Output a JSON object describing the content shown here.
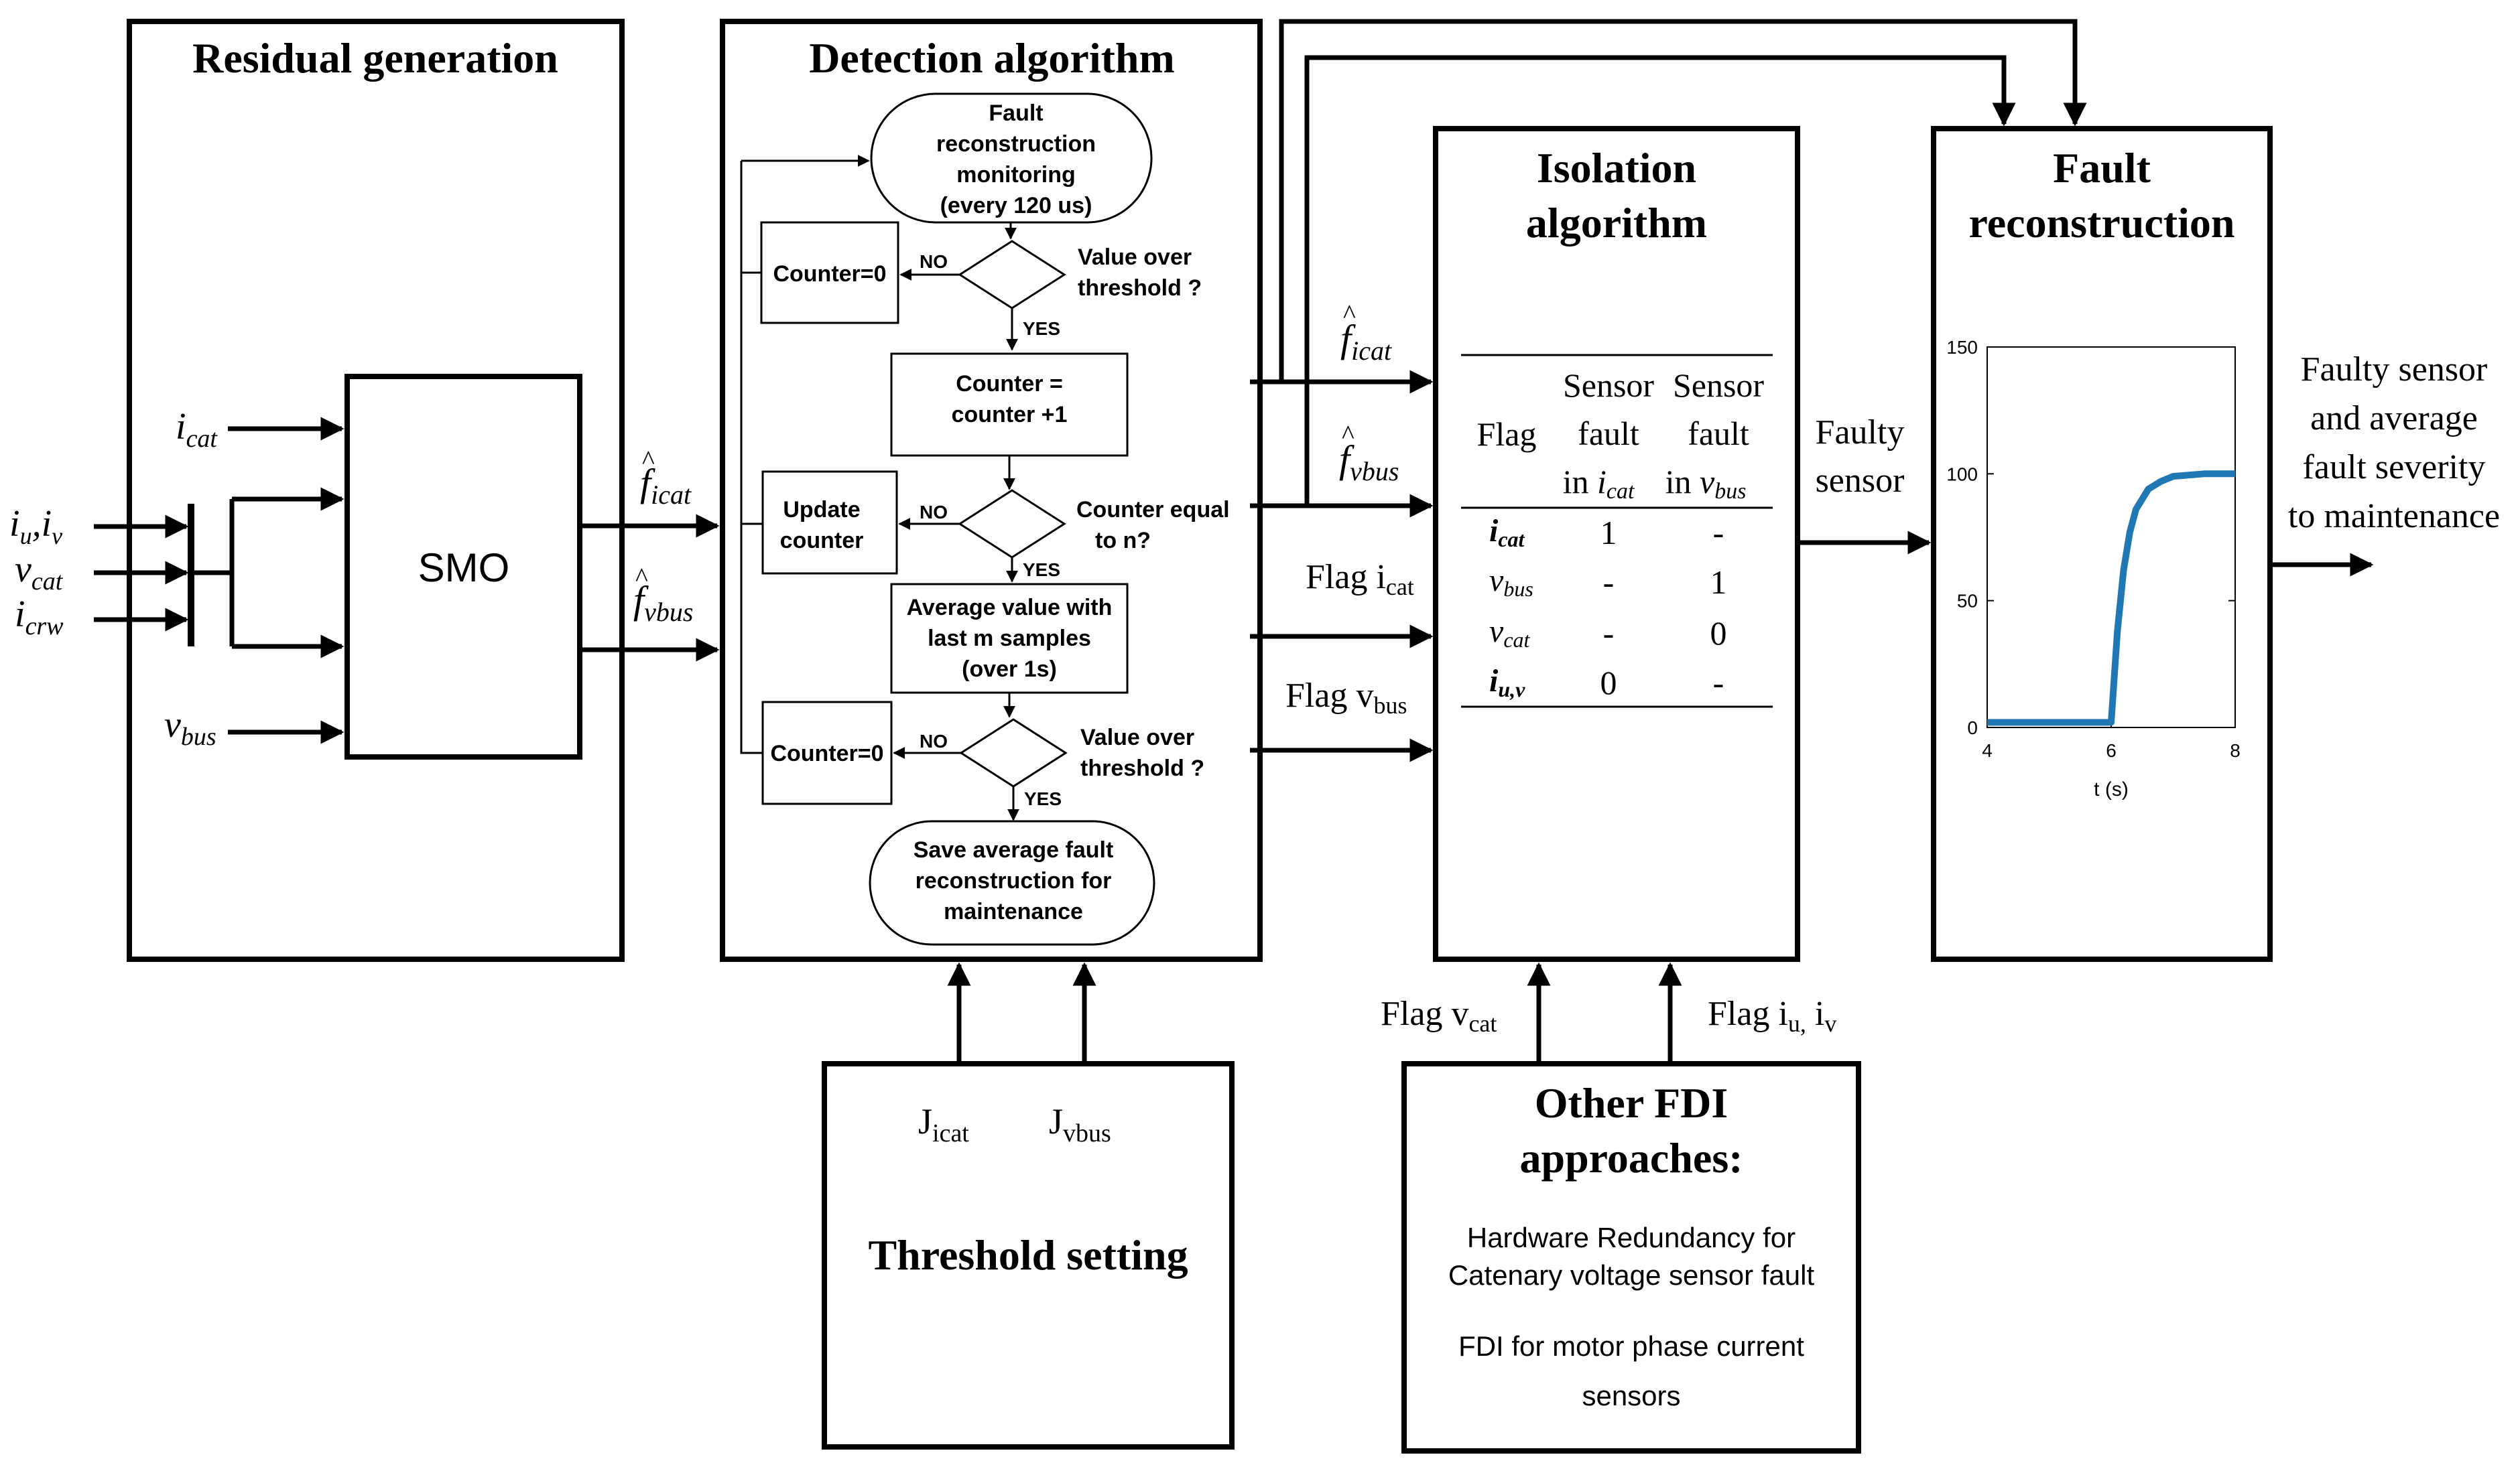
{
  "blocks": {
    "residual": {
      "title": "Residual generation",
      "smo": "SMO"
    },
    "detection": {
      "title": "Detection algorithm"
    },
    "isolation": {
      "title_line1": "Isolation",
      "title_line2": "algorithm"
    },
    "reconstruction": {
      "title_line1": "Fault",
      "title_line2": "reconstruction"
    },
    "threshold": {
      "title": "Threshold setting",
      "j_icat_base": "J",
      "j_icat_sub": "icat",
      "j_vbus_base": "J",
      "j_vbus_sub": "vbus"
    },
    "other": {
      "title_line1": "Other FDI",
      "title_line2": "approaches:",
      "item1_line1": "Hardware Redundancy for",
      "item1_line2": "Catenary voltage sensor fault",
      "item2_line1": "FDI for motor phase current",
      "item2_line2": "sensors"
    }
  },
  "inputs": {
    "icat": {
      "base": "i",
      "sub": "cat"
    },
    "iu_iv": {
      "b1": "i",
      "s1": "u",
      "sep": ",",
      "b2": "i",
      "s2": "v"
    },
    "vcat": {
      "base": "v",
      "sub": "cat"
    },
    "icrw": {
      "base": "i",
      "sub": "crw"
    },
    "vbus": {
      "base": "v",
      "sub": "bus"
    }
  },
  "signals": {
    "f_icat": {
      "base": "f",
      "sub": "icat"
    },
    "f_vbus": {
      "base": "f",
      "sub": "vbus"
    },
    "flag_icat": {
      "base": "Flag i",
      "sub": "cat"
    },
    "flag_vbus": {
      "base": "Flag v",
      "sub": "bus"
    },
    "flag_vcat": {
      "base": "Flag v",
      "sub": "cat"
    },
    "flag_iuiv": {
      "base": "Flag i",
      "sub1": "u,",
      "mid": " i",
      "sub2": "v"
    },
    "faulty_sensor_line1": "Faulty",
    "faulty_sensor_line2": "sensor",
    "output_line1": "Faulty sensor",
    "output_line2": "and average",
    "output_line3": "fault severity",
    "output_line4": "to maintenance"
  },
  "flowchart": {
    "start": [
      "Fault",
      "reconstruction",
      "monitoring",
      "(every 120 us)"
    ],
    "decision1": [
      "Value over",
      "threshold ?"
    ],
    "counter_reset1": "Counter=0",
    "increment": [
      "Counter =",
      "counter +1"
    ],
    "update_counter": [
      "Update",
      "counter"
    ],
    "decision2": [
      "Counter equal",
      "to n?"
    ],
    "average": [
      "Average value with",
      "last m samples",
      "(over 1s)"
    ],
    "counter_reset2": "Counter=0",
    "decision3": [
      "Value over",
      "threshold ?"
    ],
    "save": [
      "Save average fault",
      "reconstruction for",
      "maintenance"
    ],
    "no": "NO",
    "yes": "YES"
  },
  "isolation_table": {
    "headers": [
      [
        "Flag"
      ],
      [
        "Sensor",
        "fault",
        "in "
      ],
      [
        "Sensor",
        "fault",
        "in "
      ]
    ],
    "header_subs": {
      "col2_base": "i",
      "col2_sub": "cat",
      "col3_base": "v",
      "col3_sub": "bus"
    },
    "rows": [
      {
        "flag_base": "i",
        "flag_sub": "cat",
        "c1": "1",
        "c2": "-"
      },
      {
        "flag_base": "v",
        "flag_sub": "bus",
        "c1": "-",
        "c2": "1"
      },
      {
        "flag_base": "v",
        "flag_sub": "cat",
        "c1": "-",
        "c2": "0"
      },
      {
        "flag_base": "i",
        "flag_sub": "u,v",
        "c1": "0",
        "c2": "-"
      }
    ]
  },
  "chart_data": {
    "type": "line",
    "title": "",
    "xlabel": "t (s)",
    "ylabel": "",
    "xlim": [
      4,
      8
    ],
    "ylim": [
      0,
      150
    ],
    "xticks": [
      "4",
      "6",
      "8"
    ],
    "yticks": [
      "0",
      "50",
      "100",
      "150"
    ],
    "grid": false,
    "color": "#1f77b4",
    "series": [
      {
        "x": [
          4,
          5,
          6,
          6.1,
          6.2,
          6.3,
          6.4,
          6.6,
          6.8,
          7,
          7.5,
          8
        ],
        "y": [
          2,
          2,
          2,
          38,
          62,
          77,
          86,
          94,
          97,
          99,
          100,
          100
        ]
      }
    ]
  }
}
